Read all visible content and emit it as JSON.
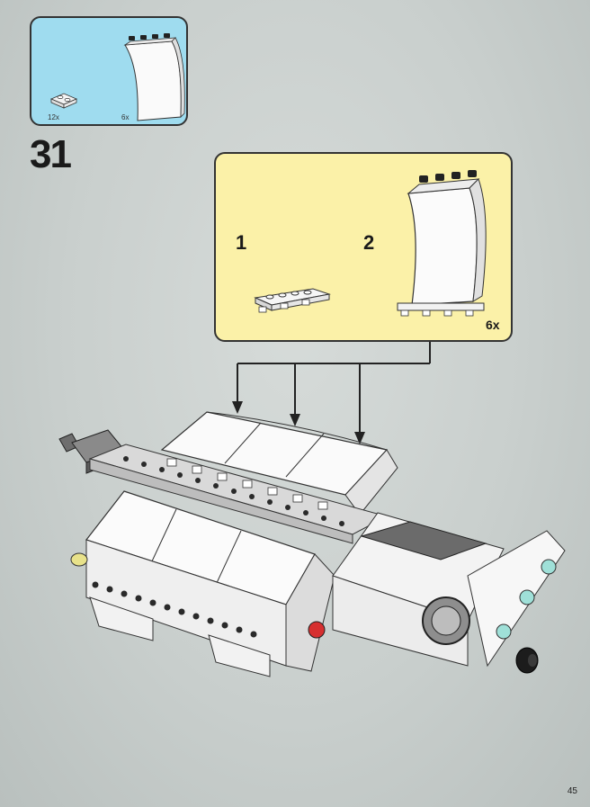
{
  "parts_list": {
    "items": [
      {
        "icon": "plate-1x2-with-clips-icon",
        "qty": "12x"
      },
      {
        "icon": "curved-slope-panel-icon",
        "qty": "6x"
      }
    ]
  },
  "step": {
    "number": "31"
  },
  "sub_assembly": {
    "steps": [
      {
        "number": "1",
        "icon": "clip-plate-assembly-icon"
      },
      {
        "number": "2",
        "icon": "curved-panel-assembly-icon"
      }
    ],
    "multiplier": "6x"
  },
  "colors": {
    "parts_box": "#9fdcef",
    "sub_box": "#fbf1a8",
    "background": "#c9cfcd"
  },
  "page": {
    "number": "45"
  }
}
